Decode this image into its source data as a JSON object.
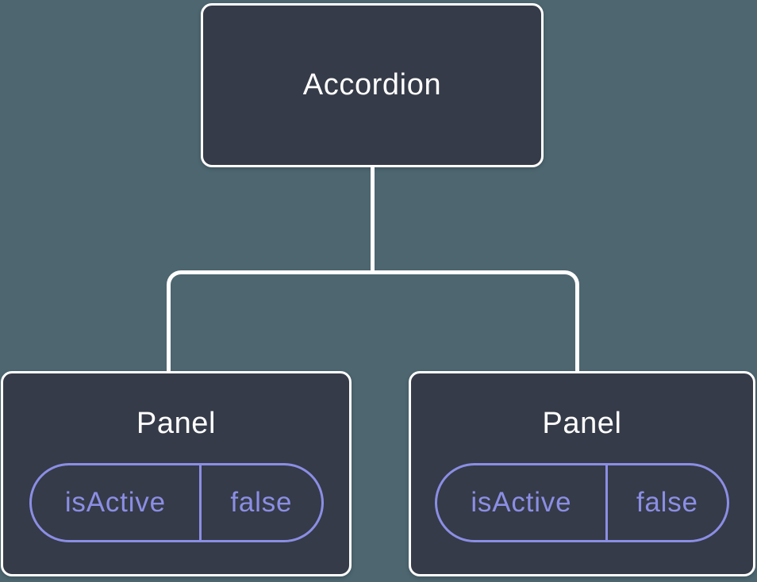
{
  "colors": {
    "background": "#4d6670",
    "node_fill": "#353b48",
    "node_border": "#ffffff",
    "connector": "#ffffff",
    "title_text": "#ffffff",
    "accent": "#8b8ee4"
  },
  "tree": {
    "root": {
      "label": "Accordion"
    },
    "children": [
      {
        "label": "Panel",
        "prop": {
          "name": "isActive",
          "value": "false"
        }
      },
      {
        "label": "Panel",
        "prop": {
          "name": "isActive",
          "value": "false"
        }
      }
    ]
  }
}
